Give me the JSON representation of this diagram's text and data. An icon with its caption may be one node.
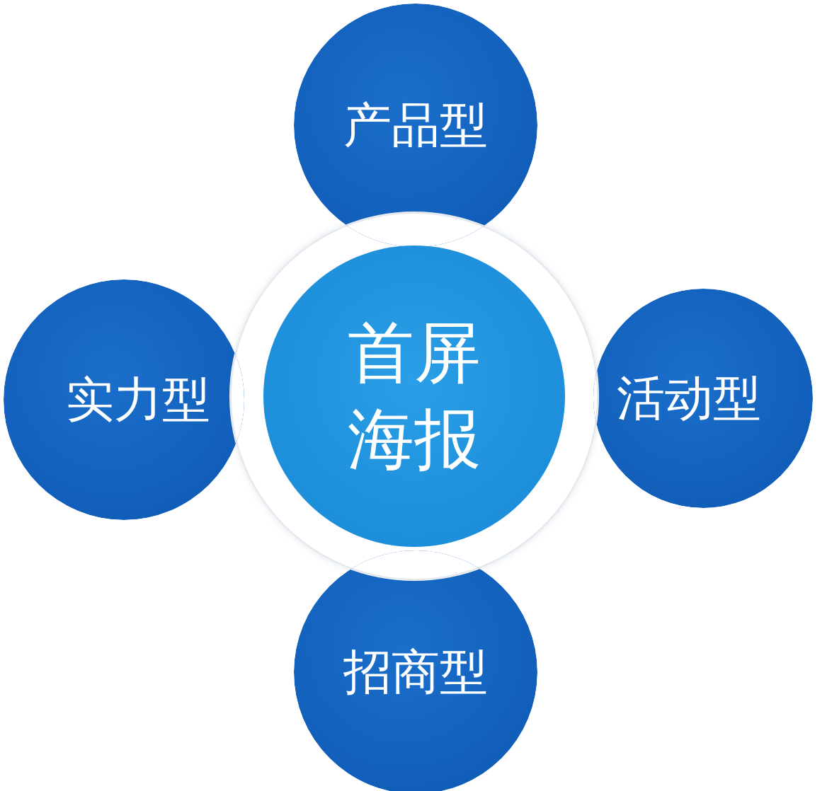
{
  "diagram": {
    "nodes": [
      {
        "text": [
          "产品型"
        ]
      },
      {
        "text": [
          "实力型"
        ]
      },
      {
        "text": [
          "首屏海报"
        ]
      },
      {
        "text": [
          "活动型"
        ]
      },
      {
        "text": [
          "招商型"
        ]
      }
    ]
  }
}
